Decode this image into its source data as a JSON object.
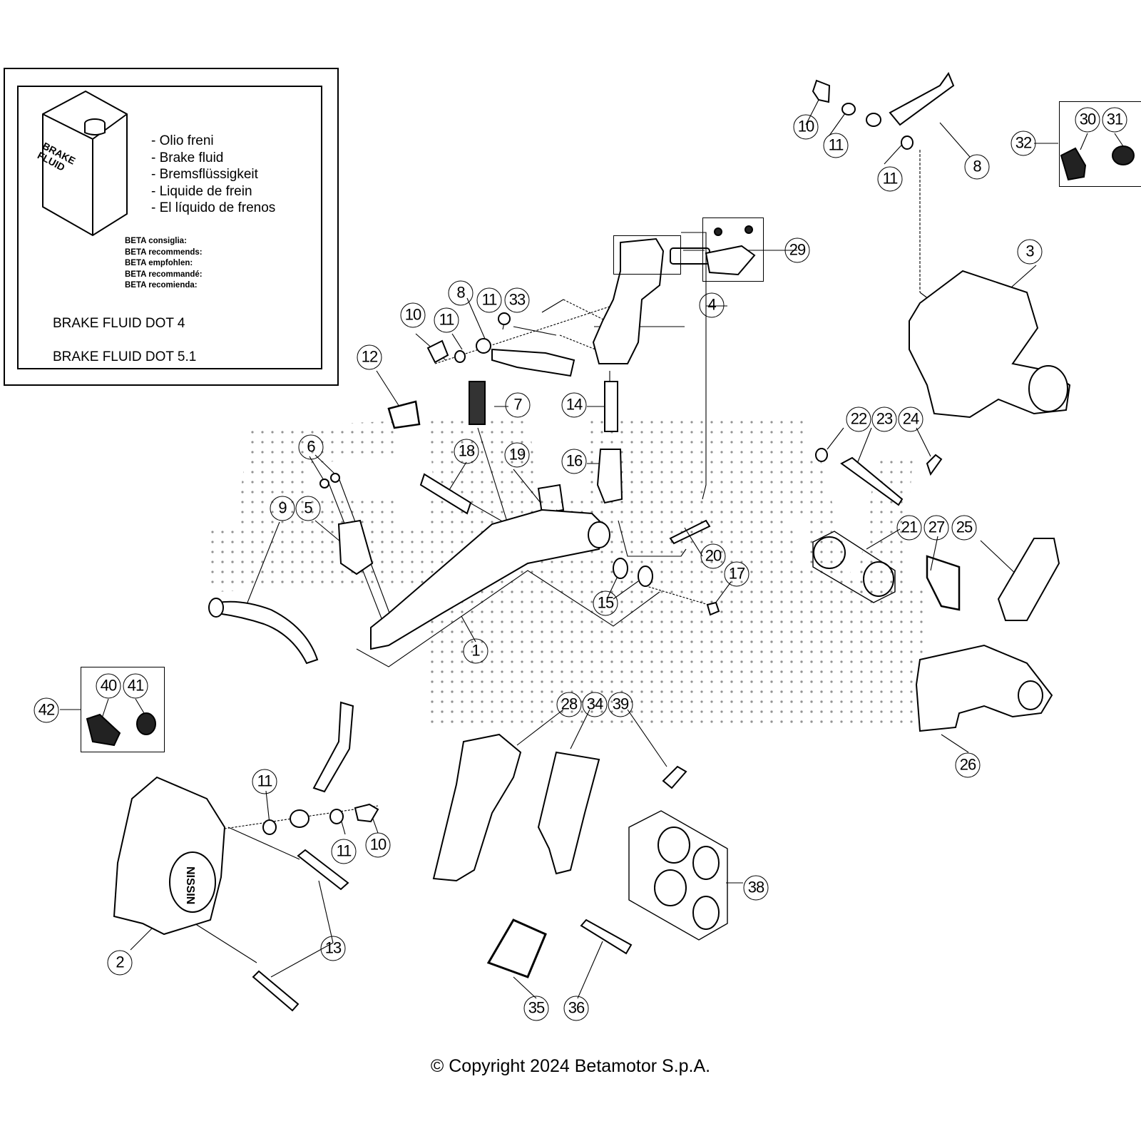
{
  "legend": {
    "can_label_line1": "BRAKE",
    "can_label_line2": "FLUID",
    "fluid_names": [
      "- Olio freni",
      "- Brake fluid",
      "- Bremsflüssigkeit",
      "- Liquide de frein",
      "- El líquido de frenos"
    ],
    "recommends": [
      "BETA consiglia:",
      "BETA recommends:",
      "BETA empfohlen:",
      "BETA recommandé:",
      "BETA recomienda:"
    ],
    "spec_1": "BRAKE FLUID DOT 4",
    "spec_2": "BRAKE FLUID DOT 5.1"
  },
  "callouts": [
    {
      "id": "c1",
      "label": "1"
    },
    {
      "id": "c2",
      "label": "2"
    },
    {
      "id": "c3",
      "label": "3"
    },
    {
      "id": "c4",
      "label": "4"
    },
    {
      "id": "c5",
      "label": "5"
    },
    {
      "id": "c6",
      "label": "6"
    },
    {
      "id": "c7",
      "label": "7"
    },
    {
      "id": "c8a",
      "label": "8"
    },
    {
      "id": "c8b",
      "label": "8"
    },
    {
      "id": "c9",
      "label": "9"
    },
    {
      "id": "c10a",
      "label": "10"
    },
    {
      "id": "c10b",
      "label": "10"
    },
    {
      "id": "c10c",
      "label": "10"
    },
    {
      "id": "c11a",
      "label": "11"
    },
    {
      "id": "c11b",
      "label": "11"
    },
    {
      "id": "c11c",
      "label": "11"
    },
    {
      "id": "c11d",
      "label": "11"
    },
    {
      "id": "c11e",
      "label": "11"
    },
    {
      "id": "c11f",
      "label": "11"
    },
    {
      "id": "c12",
      "label": "12"
    },
    {
      "id": "c13",
      "label": "13"
    },
    {
      "id": "c14",
      "label": "14"
    },
    {
      "id": "c15",
      "label": "15"
    },
    {
      "id": "c16",
      "label": "16"
    },
    {
      "id": "c17",
      "label": "17"
    },
    {
      "id": "c18",
      "label": "18"
    },
    {
      "id": "c19",
      "label": "19"
    },
    {
      "id": "c20",
      "label": "20"
    },
    {
      "id": "c21",
      "label": "21"
    },
    {
      "id": "c22",
      "label": "22"
    },
    {
      "id": "c23",
      "label": "23"
    },
    {
      "id": "c24",
      "label": "24"
    },
    {
      "id": "c25",
      "label": "25"
    },
    {
      "id": "c26",
      "label": "26"
    },
    {
      "id": "c27",
      "label": "27"
    },
    {
      "id": "c28",
      "label": "28"
    },
    {
      "id": "c29",
      "label": "29"
    },
    {
      "id": "c30",
      "label": "30"
    },
    {
      "id": "c31",
      "label": "31"
    },
    {
      "id": "c32",
      "label": "32"
    },
    {
      "id": "c33",
      "label": "33"
    },
    {
      "id": "c34",
      "label": "34"
    },
    {
      "id": "c35",
      "label": "35"
    },
    {
      "id": "c36",
      "label": "36"
    },
    {
      "id": "c38",
      "label": "38"
    },
    {
      "id": "c39",
      "label": "39"
    },
    {
      "id": "c40",
      "label": "40"
    },
    {
      "id": "c41",
      "label": "41"
    },
    {
      "id": "c42",
      "label": "42"
    }
  ],
  "caliper_brand": "NISSIN",
  "copyright": "© Copyright 2024 Betamotor S.p.A."
}
